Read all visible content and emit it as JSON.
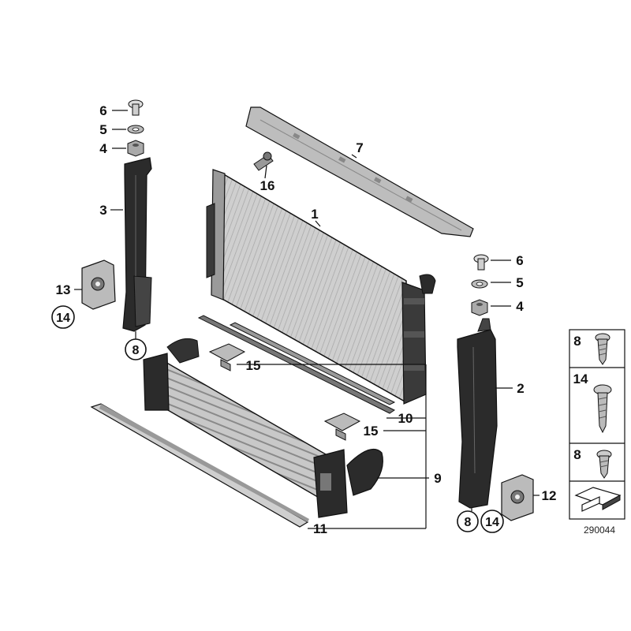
{
  "diagram_id": "290044",
  "callouts": {
    "radiator": "1",
    "right_bracket": "2",
    "left_bracket": "3",
    "nut_left": "4",
    "washer_left": "5",
    "pin_left": "6",
    "nut_right": "4",
    "washer_right": "5",
    "pin_right": "6",
    "top_trim": "7",
    "screw_left_bottom": "8",
    "screw_right_bottom": "8",
    "intercooler": "9",
    "seal_strip": "10",
    "bottom_strip": "11",
    "holder_right": "12",
    "holder_left": "13",
    "screw_left_holder": "14",
    "screw_right_holder": "14",
    "clip_top": "15",
    "clip_bottom": "15",
    "sensor": "16"
  },
  "legend": {
    "items": [
      {
        "number": "8",
        "icon": "screw-short-icon"
      },
      {
        "number": "14",
        "icon": "screw-long-icon"
      },
      {
        "number": "8",
        "icon": "screw-short-icon"
      }
    ],
    "arrow_icon": "direction-arrow-icon"
  },
  "colors": {
    "radiator_fill": "#c9c9c9",
    "bracket_fill": "#2b2b2b",
    "trim_fill": "#bdbdbd",
    "outline": "#111111"
  }
}
